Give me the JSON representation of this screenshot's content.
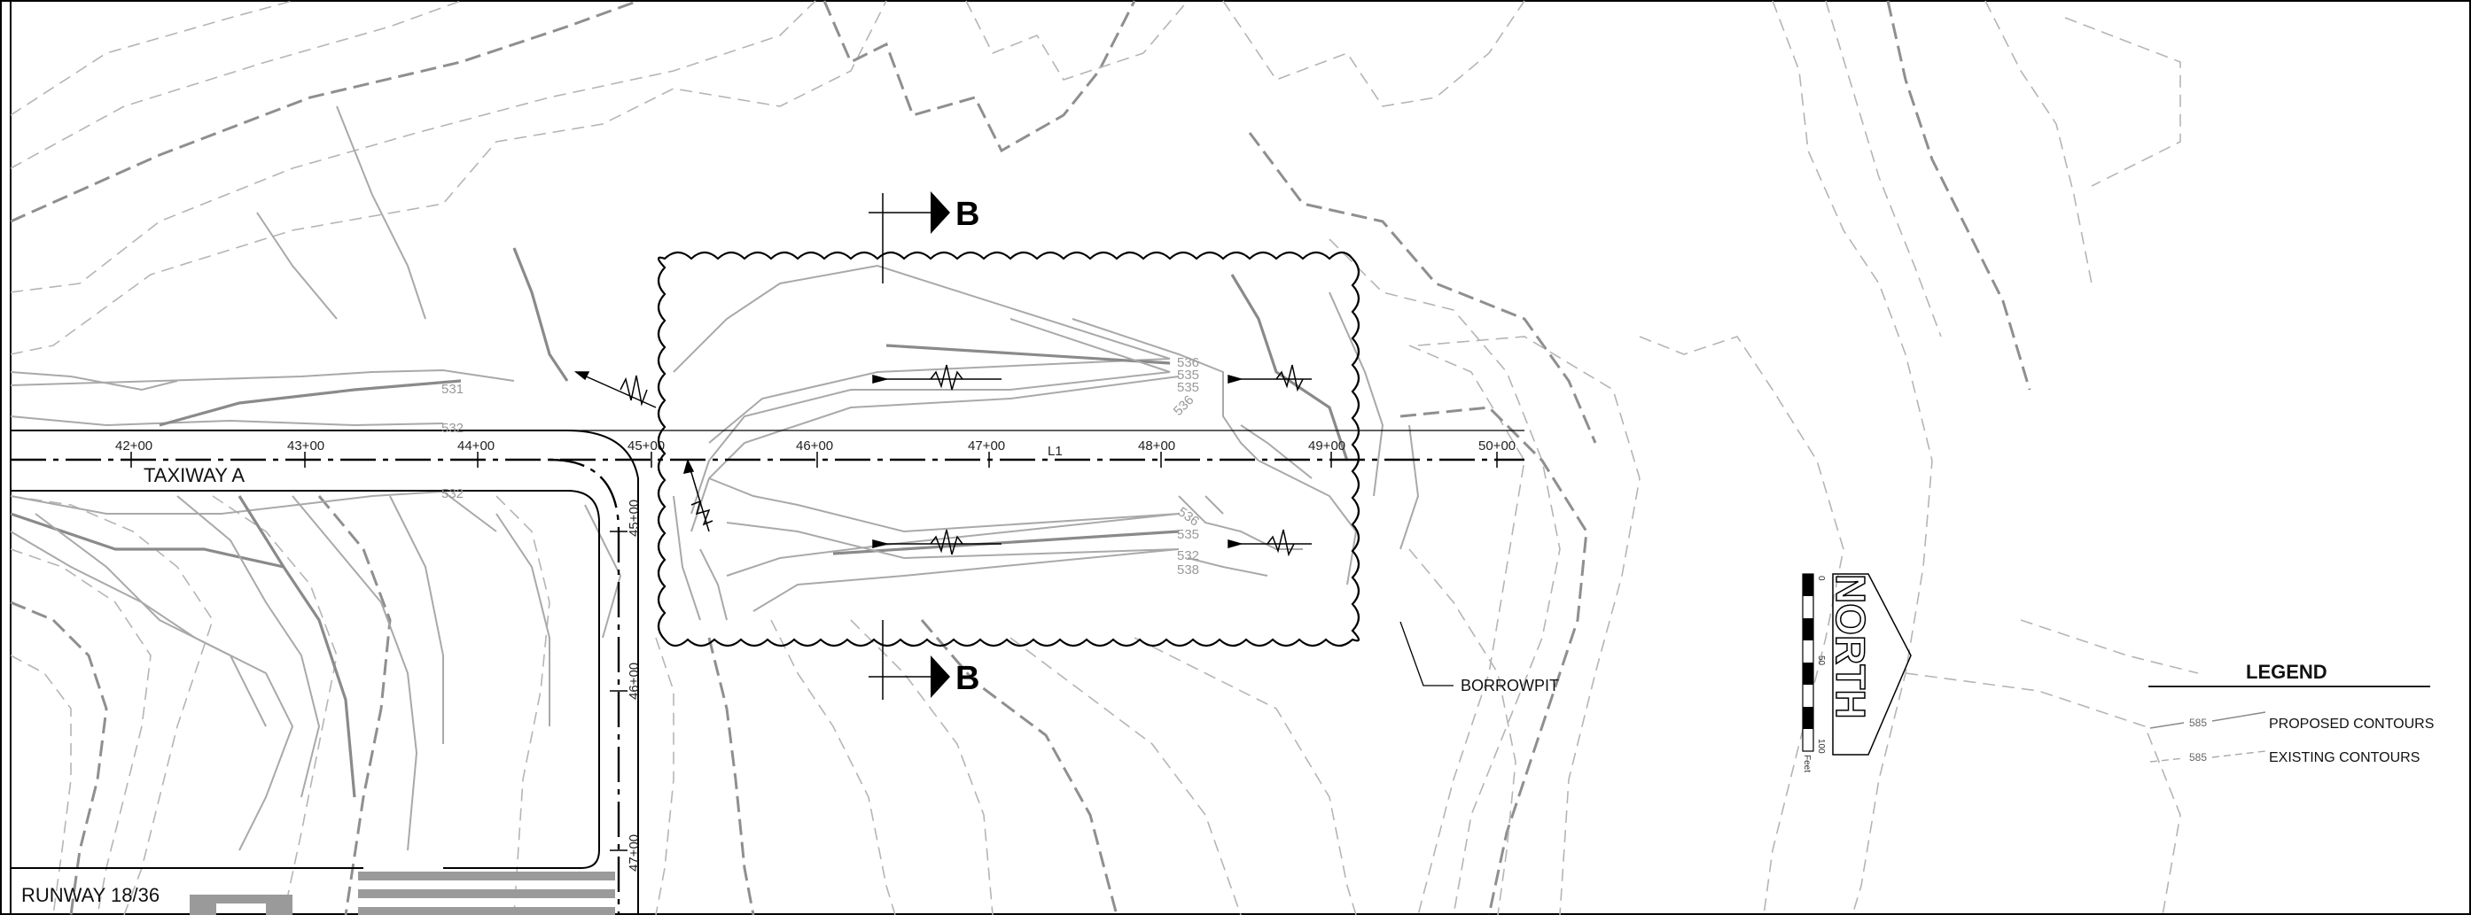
{
  "labels": {
    "taxiway": "TAXIWAY A",
    "runway": "RUNWAY 18/36",
    "borrowpit": "BORROWPIT",
    "section_letter": "B",
    "line_label": "L1"
  },
  "stations_taxiway": [
    "42+00",
    "43+00",
    "44+00",
    "45+00",
    "46+00",
    "47+00",
    "48+00",
    "49+00",
    "50+00"
  ],
  "stations_connector": [
    "45+00",
    "46+00",
    "47+00"
  ],
  "contour_labels": {
    "existing": [
      "531",
      "532",
      "532"
    ],
    "pit_upper": [
      "536",
      "535",
      "535",
      "536"
    ],
    "pit_lower": [
      "536",
      "535",
      "532",
      "538"
    ]
  },
  "north_arrow": {
    "label": "NORTH",
    "scale_ticks": [
      "0",
      "50",
      "100"
    ],
    "scale_unit": "Feet"
  },
  "legend": {
    "title": "LEGEND",
    "items": [
      {
        "number": "585",
        "label": "PROPOSED CONTOURS"
      },
      {
        "number": "585",
        "label": "EXISTING CONTOURS"
      }
    ]
  },
  "colors": {
    "linework": "#000000",
    "existing_contour": "#b5b5b5",
    "proposed_contour": "#a9a9a9",
    "pavement": "#9a9a9a"
  }
}
